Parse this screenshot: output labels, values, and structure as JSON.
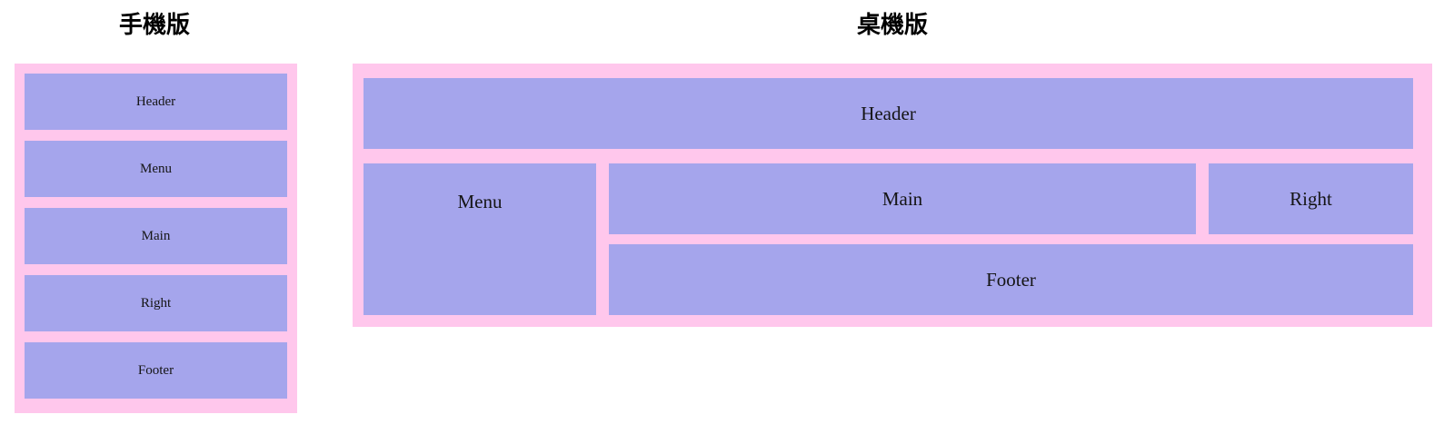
{
  "page": {
    "background_color": "#ffffff",
    "frame_color": "#ffc7ec",
    "block_color": "#a5a5ec",
    "text_color": "#151515"
  },
  "mobile": {
    "title": "手機版",
    "blocks": [
      {
        "label": "Header"
      },
      {
        "label": "Menu"
      },
      {
        "label": "Main"
      },
      {
        "label": "Right"
      },
      {
        "label": "Footer"
      }
    ]
  },
  "desktop": {
    "title": "桌機版",
    "blocks": {
      "header": {
        "label": "Header"
      },
      "menu": {
        "label": "Menu"
      },
      "main": {
        "label": "Main"
      },
      "right": {
        "label": "Right"
      },
      "footer": {
        "label": "Footer"
      }
    }
  }
}
